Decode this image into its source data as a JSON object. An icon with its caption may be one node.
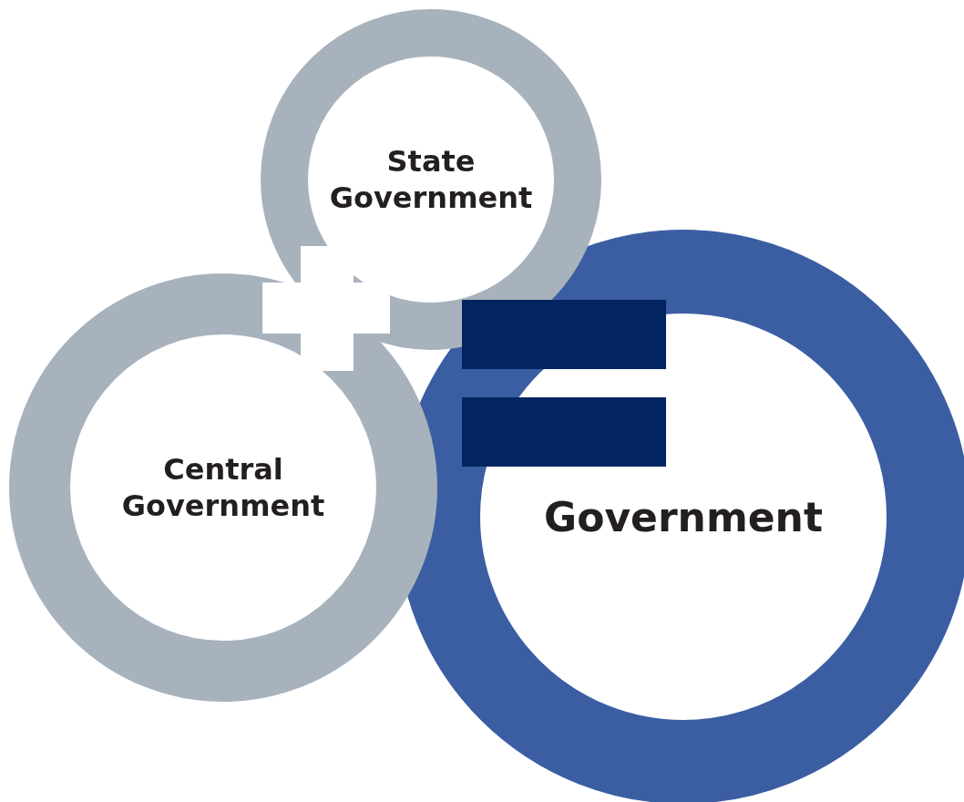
{
  "diagram": {
    "nodes": [
      {
        "text": [
          "State Government"
        ]
      },
      {
        "text": [
          "Central Government"
        ]
      },
      {
        "text": [
          "Government"
        ]
      }
    ]
  }
}
